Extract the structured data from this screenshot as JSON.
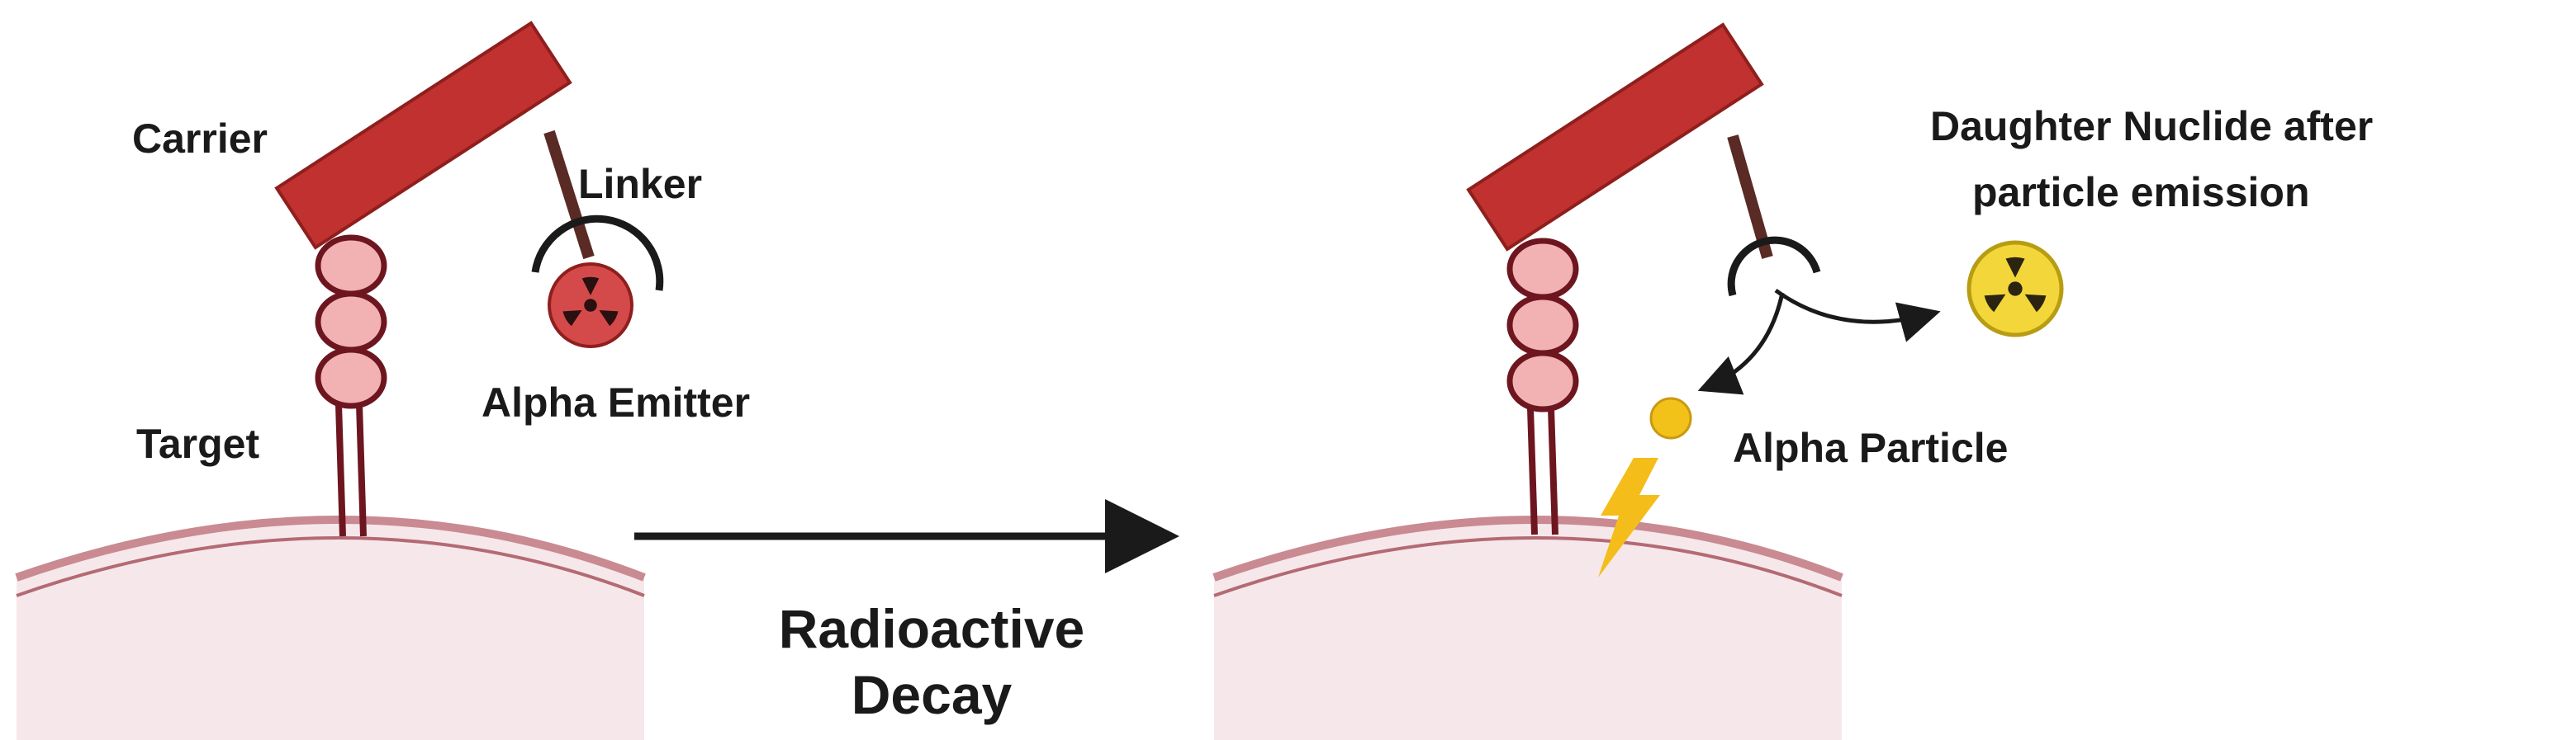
{
  "diagram": {
    "left_panel": {
      "carrier_label": "Carrier",
      "linker_label": "Linker",
      "target_label": "Target",
      "emitter_label": "Alpha Emitter"
    },
    "process": {
      "label_line1": "Radioactive",
      "label_line2": "Decay"
    },
    "right_panel": {
      "daughter_label_line1": "Daughter Nuclide after",
      "daughter_label_line2": "particle emission",
      "alpha_particle_label": "Alpha Particle"
    },
    "colors": {
      "carrier": "#c0312f",
      "carrier_edge": "#8e1f1d",
      "linker": "#5a2a24",
      "target_bead": "#f2b2b4",
      "target_edge": "#6e1620",
      "cell_fill": "#f6e8ea",
      "membrane": "#c98a92",
      "alpha_emitter": "#d44a4a",
      "daughter": "#f3d63a",
      "alpha_particle": "#f2c21b",
      "lightning": "#f5bd1a",
      "arrow": "#1a1a1a"
    },
    "icons": [
      "radiation-icon",
      "lightning-icon"
    ]
  }
}
